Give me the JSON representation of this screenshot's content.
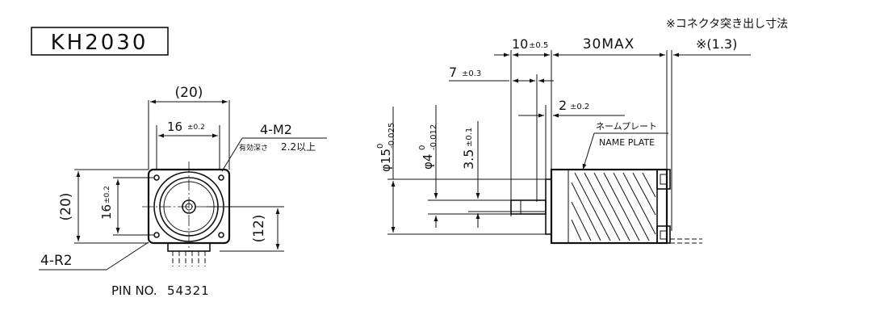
{
  "model": "KH2030",
  "front_view": {
    "width_overall": "(20)",
    "hole_pitch_h": "16",
    "hole_pitch_h_tol": "±0.2",
    "height_overall": "(20)",
    "hole_pitch_v": "16",
    "hole_pitch_v_tol": "±0.2",
    "connector_height": "(12)",
    "tapped_holes": "4-M2",
    "tap_depth_jp": "有効深さ",
    "tap_depth": "2.2以上",
    "corner_radius": "4-R2",
    "pin_label": "PIN NO.",
    "pin_numbers": "54321"
  },
  "side_view": {
    "connector_note": "※コネクタ突き出し寸法",
    "shaft_len": "10",
    "shaft_len_tol": "±0.5",
    "body_len": "30MAX",
    "connector_len": "※(1.3)",
    "flat_len": "7",
    "flat_len_tol": "±0.3",
    "boss_len": "2",
    "boss_len_tol": "±0.2",
    "nameplate_jp": "ネームプレート",
    "nameplate_en": "NAME PLATE",
    "boss_dia": "φ15",
    "boss_dia_tol_upper": "0",
    "boss_dia_tol_lower": "-0.025",
    "shaft_dia": "φ4",
    "shaft_dia_tol_upper": "0",
    "shaft_dia_tol_lower": "-0.012",
    "flat_dim": "3.5",
    "flat_dim_tol": "±0.1"
  }
}
